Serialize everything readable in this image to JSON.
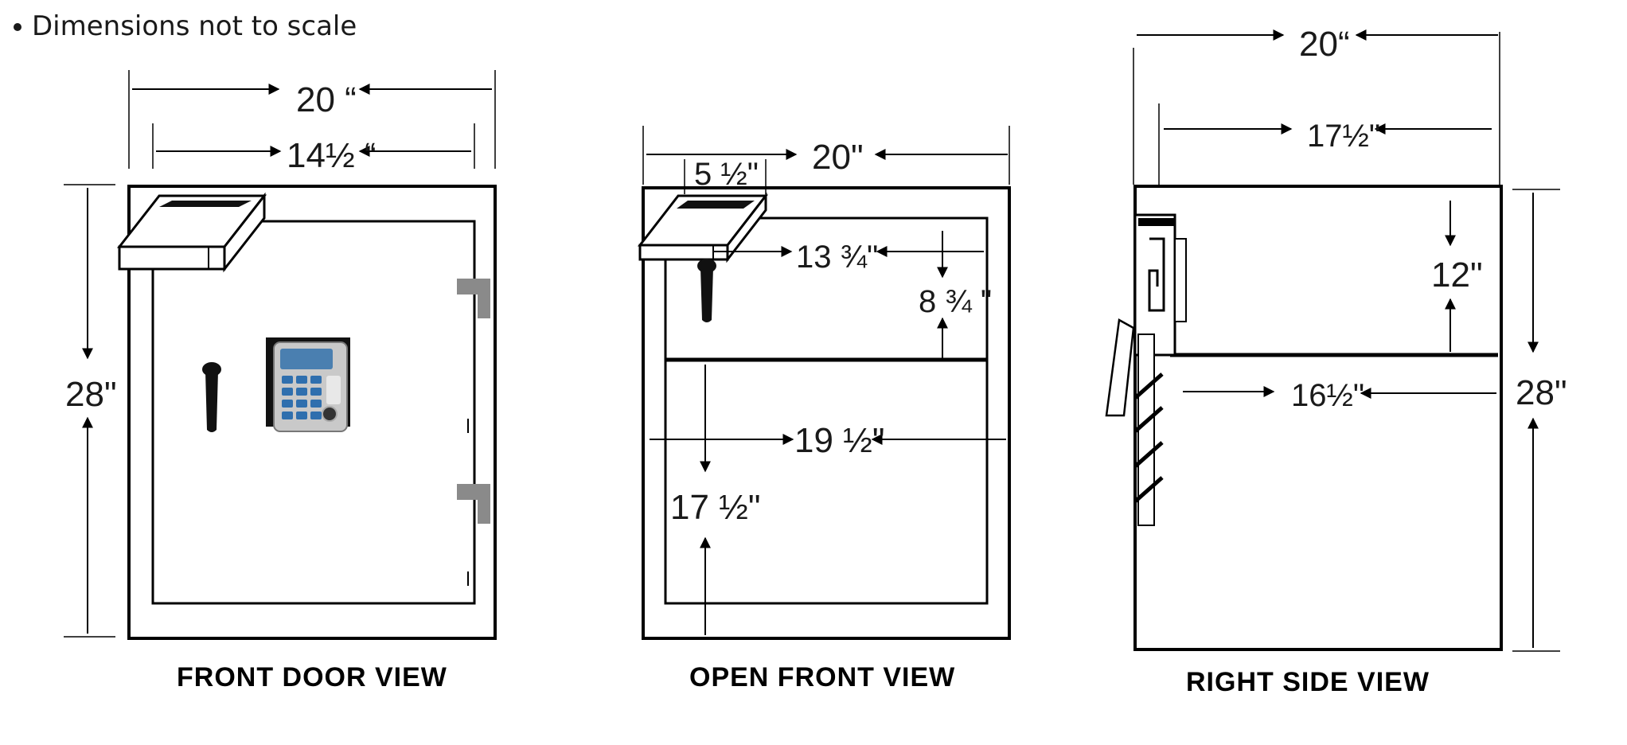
{
  "note": "Dimensions not to scale",
  "front_door": {
    "caption": "FRONT DOOR VIEW",
    "outer_width": "20 “",
    "door_width": "14½ “",
    "height": "28\""
  },
  "open_front": {
    "caption": "OPEN FRONT VIEW",
    "outer_width": "20\"",
    "key_offset": "5 ½\"",
    "upper_width": "13 ¾\"",
    "upper_height": "8 ¾ \"",
    "lower_width": "19 ½\"",
    "lower_height": "17 ½\""
  },
  "right_side": {
    "caption": "RIGHT SIDE VIEW",
    "outer_depth": "20“",
    "inner_depth": "17½\"",
    "upper_height": "12\"",
    "shelf_depth": "16½\"",
    "height": "28\""
  },
  "colors": {
    "ink": "#000000",
    "hinge": "#8a8a8a",
    "keypad_body": "#c9c9c9",
    "keypad_screen": "#4a7fb0",
    "keypad_keys": "#2f6fae"
  }
}
